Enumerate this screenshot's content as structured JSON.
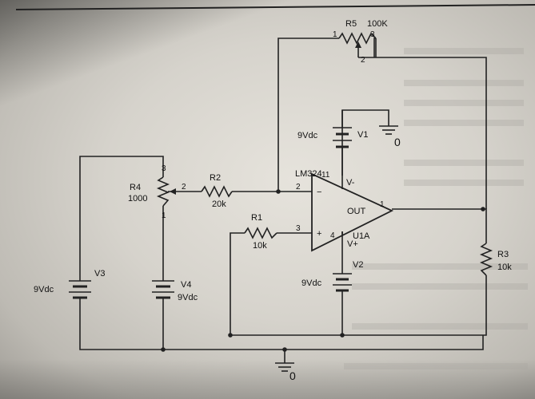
{
  "components": {
    "r5": {
      "name": "R5",
      "value": "100K",
      "pin1": "1",
      "pin2": "2",
      "pin3": "3"
    },
    "v1": {
      "name": "V1",
      "value": "9Vdc"
    },
    "gnd_top": {
      "label": "0"
    },
    "opamp": {
      "part": "LM324",
      "name": "U1A",
      "out": "OUT",
      "vminus": "V-",
      "vplus": "V+",
      "pin11": "11",
      "pin2": "2",
      "pin3": "3",
      "pin4": "4",
      "pin1": "1",
      "minus_sign": "−",
      "plus_sign": "+"
    },
    "r4": {
      "name": "R4",
      "value": "1000",
      "pin3": "3",
      "pin2": "2",
      "pin1": "1"
    },
    "r2": {
      "name": "R2",
      "value": "20k"
    },
    "r1": {
      "name": "R1",
      "value": "10k"
    },
    "r3": {
      "name": "R3",
      "value": "10k"
    },
    "v2": {
      "name": "V2",
      "value": "9Vdc"
    },
    "v3": {
      "name": "V3",
      "value": "9Vdc"
    },
    "v4": {
      "name": "V4",
      "value": "9Vdc"
    },
    "gnd_bottom": {
      "label": "0"
    }
  }
}
